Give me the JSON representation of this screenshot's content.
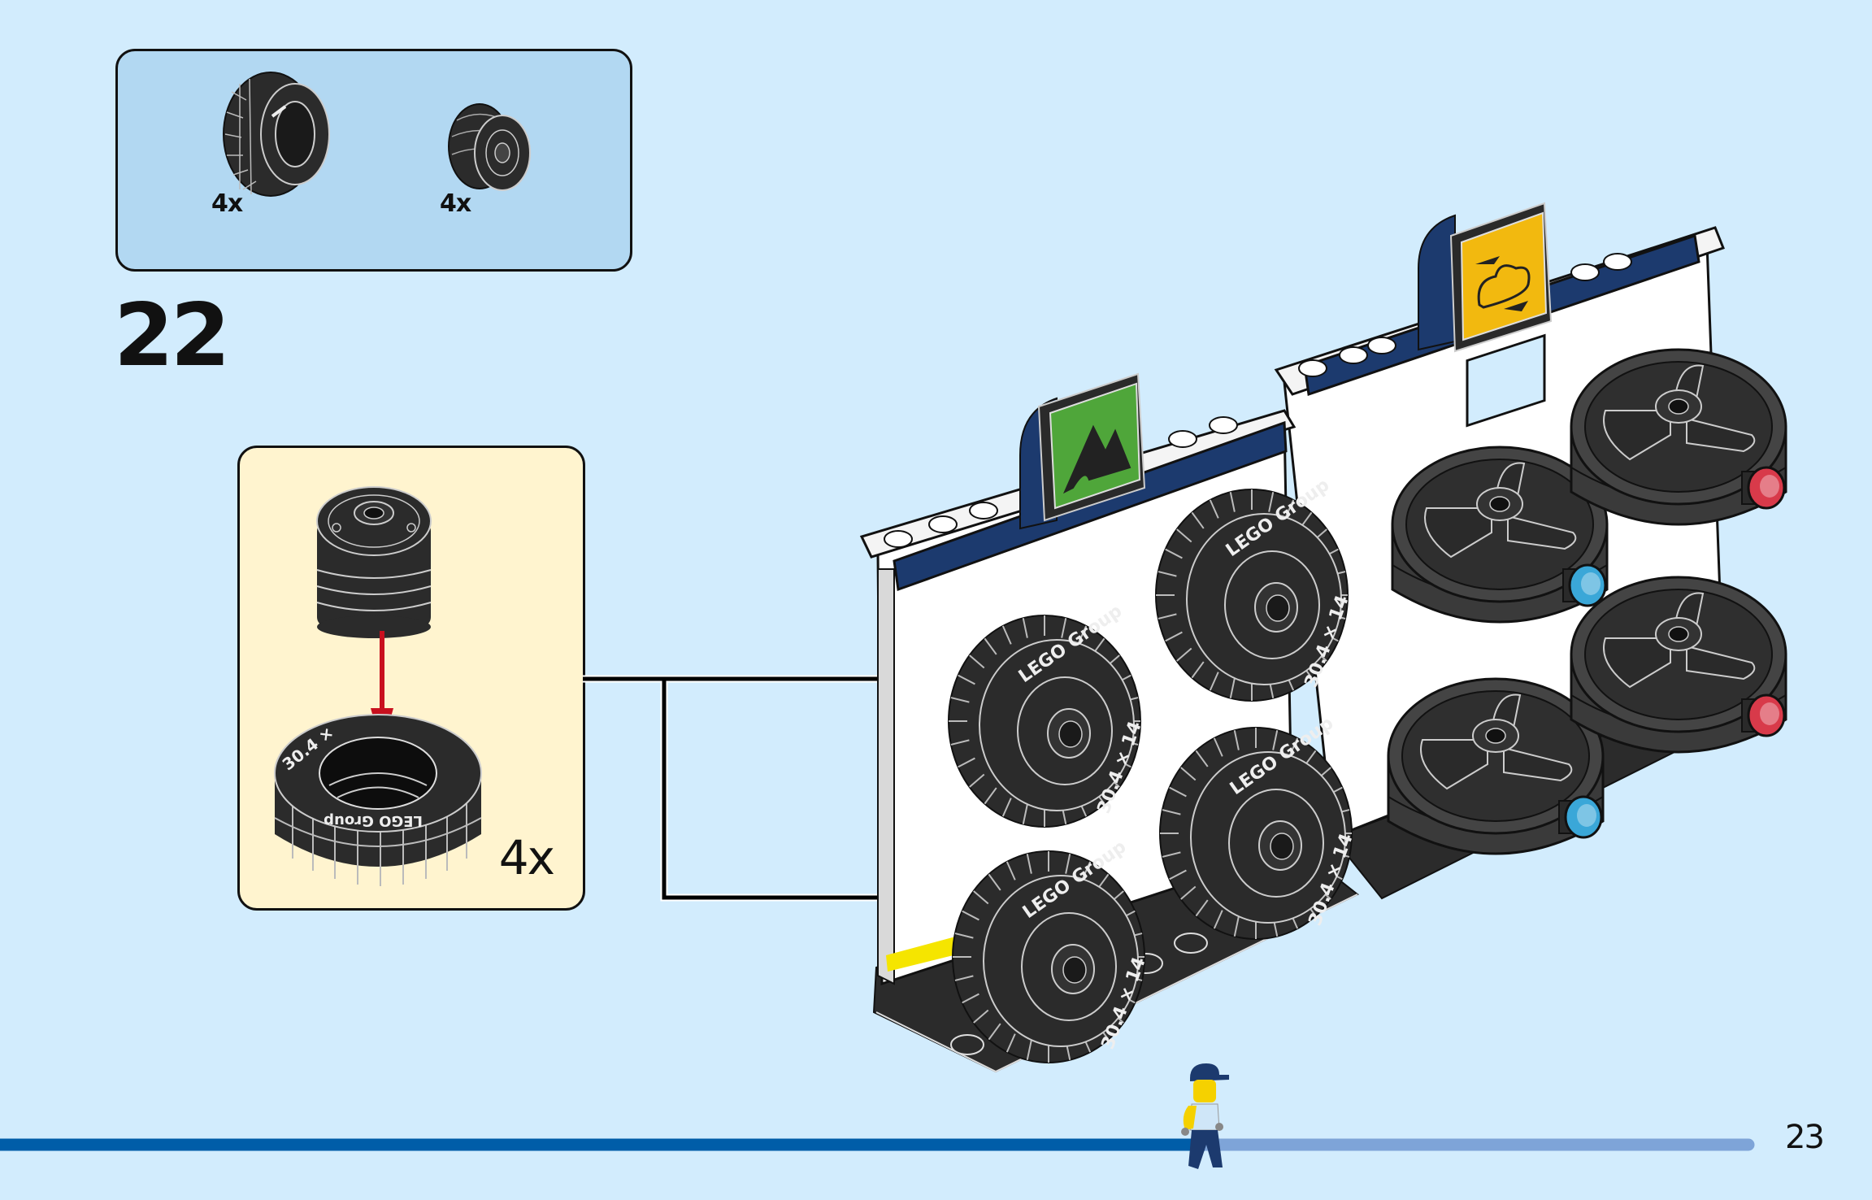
{
  "page": {
    "page_number": "23",
    "background_color": "#d2ecfd"
  },
  "parts_list": {
    "background_color": "#b2d8f2",
    "items": [
      {
        "name": "tyre 30.4 x 14",
        "quantity": "4x",
        "icon": "tyre-icon"
      },
      {
        "name": "wheel rim",
        "quantity": "4x",
        "icon": "wheel-rim-icon"
      }
    ]
  },
  "step": {
    "number": "22"
  },
  "sub_assembly": {
    "background_color": "#fff4cf",
    "quantity": "4x",
    "description": "Press wheel rim into tyre",
    "tyre_text": [
      "30.4 ×",
      "LEGO Group"
    ],
    "arrow_color": "#c8101e"
  },
  "model": {
    "tyre_sidewall_text": [
      "LEGO Group",
      "30.4 × 14"
    ],
    "signs": [
      {
        "name": "mountain-sign",
        "color": "#4fa63a",
        "icon": "mountain-icon"
      },
      {
        "name": "cloud-sign",
        "color": "#f2b90f",
        "icon": "cloud-icon"
      }
    ],
    "fans": [
      {
        "stud_color": "#3aa7d8"
      },
      {
        "stud_color": "#d83a4a"
      },
      {
        "stud_color": "#3aa7d8"
      },
      {
        "stud_color": "#d83a4a"
      }
    ],
    "colors": {
      "navy": "#1c3a6e",
      "dark_grey": "#3a3a3a",
      "black": "#222222",
      "white": "#ffffff",
      "yellow_stripe": "#f5e500"
    }
  },
  "progress": {
    "fraction": 0.689,
    "fill_color": "#005da8",
    "track_color": "#7ea4d8"
  }
}
